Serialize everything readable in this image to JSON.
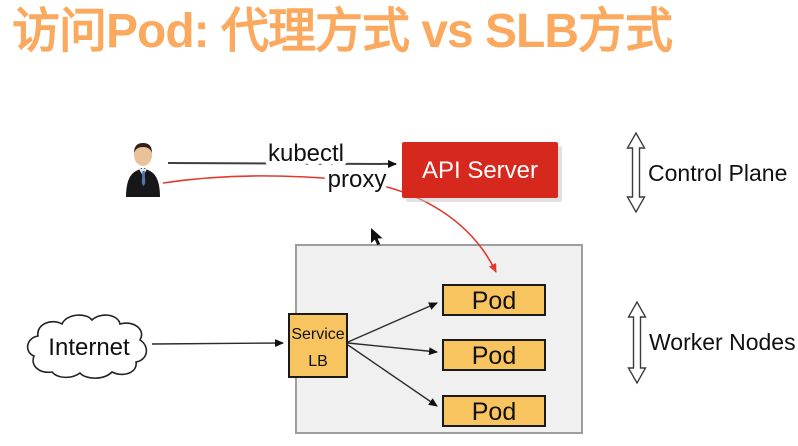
{
  "title": {
    "text": "访问Pod: 代理方式 vs SLB方式",
    "color": "#FBA95F"
  },
  "nodes": {
    "api_server": {
      "label": "API Server",
      "fill": "#D7281D",
      "text_color": "#FFFFFF"
    },
    "internet": {
      "label": "Internet"
    },
    "service_lb": {
      "label_line1": "Service",
      "label_line2": "LB",
      "fill": "#F8C45F"
    },
    "pods": [
      {
        "label": "Pod"
      },
      {
        "label": "Pod"
      },
      {
        "label": "Pod"
      }
    ]
  },
  "regions": {
    "control_plane": {
      "label": "Control Plane"
    },
    "worker_nodes": {
      "label": "Worker Nodes"
    }
  },
  "edges": [
    {
      "from": "user",
      "to": "api-server",
      "label": "kubectl",
      "color": "#3f3f3f"
    },
    {
      "from": "user",
      "to": "pod-1",
      "label": "proxy",
      "color": "#E2392C"
    },
    {
      "from": "internet",
      "to": "service-lb",
      "label": ""
    },
    {
      "from": "service-lb",
      "to": "pod-1",
      "label": ""
    },
    {
      "from": "service-lb",
      "to": "pod-2",
      "label": ""
    },
    {
      "from": "service-lb",
      "to": "pod-3",
      "label": ""
    }
  ],
  "icons": {
    "user": "business-user",
    "cursor": "mouse-pointer"
  },
  "colors": {
    "title": "#FBA95F",
    "api_server_fill": "#D7281D",
    "node_fill": "#F8C45F",
    "region_fill": "#F0F0F0",
    "arrow_red": "#E2392C",
    "arrow_black": "#3f3f3f"
  }
}
